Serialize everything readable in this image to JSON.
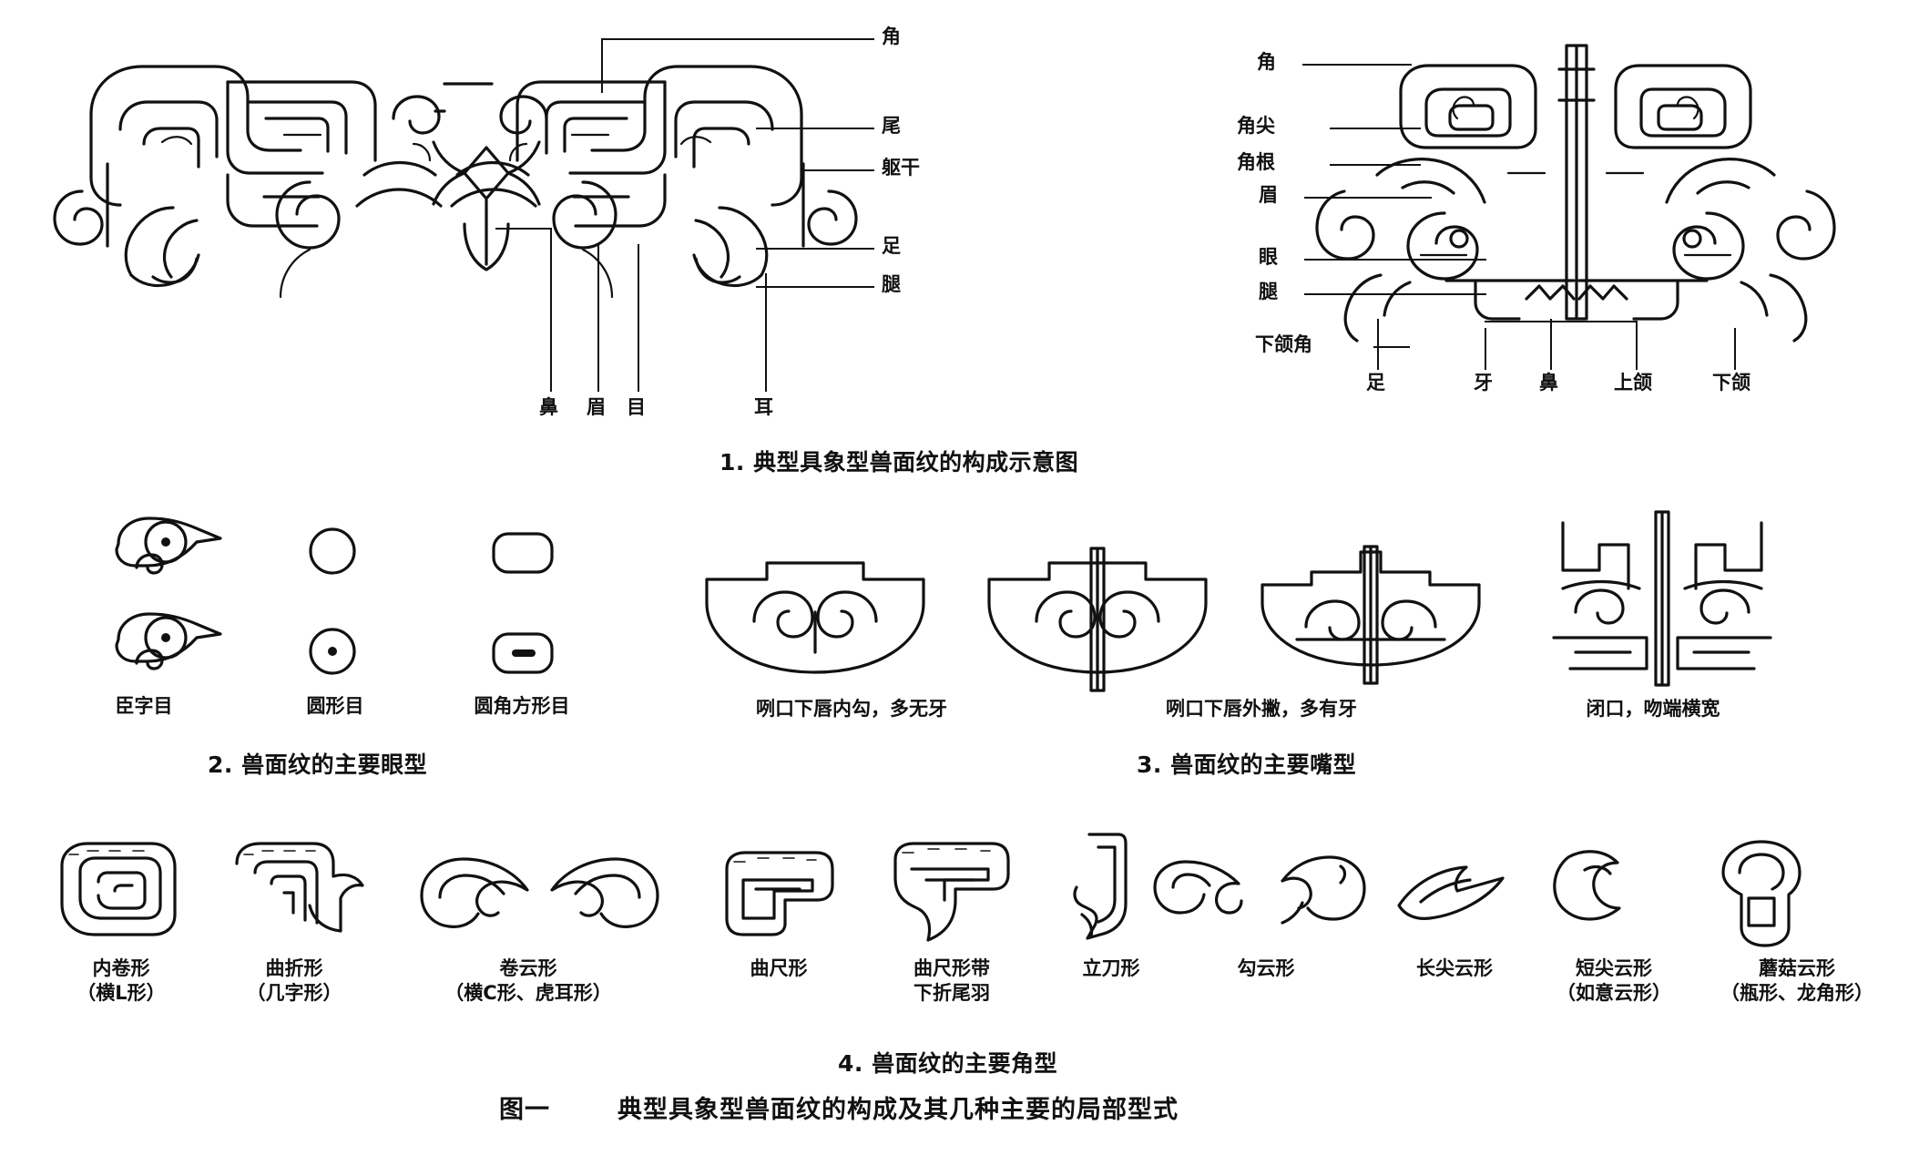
{
  "figure": {
    "number": "图一",
    "title": "典型具象型兽面纹的构成及其几种主要的局部型式"
  },
  "panel1": {
    "caption": "1. 典型具象型兽面纹的构成示意图",
    "left_diagram": {
      "right_labels": [
        {
          "text": "角"
        },
        {
          "text": "尾"
        },
        {
          "text": "躯干"
        },
        {
          "text": "足"
        },
        {
          "text": "腿"
        }
      ],
      "bottom_labels": [
        {
          "text": "鼻"
        },
        {
          "text": "眉"
        },
        {
          "text": "目"
        },
        {
          "text": "耳"
        }
      ]
    },
    "right_diagram": {
      "left_labels": [
        {
          "text": "角"
        },
        {
          "text": "角尖"
        },
        {
          "text": "角根"
        },
        {
          "text": "眉"
        },
        {
          "text": "眼"
        },
        {
          "text": "腿"
        },
        {
          "text": "下颌角"
        }
      ],
      "bottom_labels": [
        {
          "text": "足"
        },
        {
          "text": "牙"
        },
        {
          "text": "鼻"
        },
        {
          "text": "上颌"
        },
        {
          "text": "下颌"
        }
      ]
    }
  },
  "panel2": {
    "caption": "2. 兽面纹的主要眼型",
    "items": [
      {
        "label": "臣字目",
        "icon": "chen-character-eye-icon"
      },
      {
        "label": "圆形目",
        "icon": "round-eye-icon"
      },
      {
        "label": "圆角方形目",
        "icon": "rounded-square-eye-icon"
      }
    ]
  },
  "panel3": {
    "caption": "3. 兽面纹的主要嘴型",
    "items": [
      {
        "label": "咧口下唇内勾，多无牙",
        "icon": "open-mouth-inward-lip-icon"
      },
      {
        "label": "咧口下唇外撇，多有牙",
        "icon": "open-mouth-outward-lip-icon"
      },
      {
        "label": "闭口，吻端横宽",
        "icon": "closed-mouth-wide-snout-icon"
      }
    ]
  },
  "panel4": {
    "caption": "4. 兽面纹的主要角型",
    "items": [
      {
        "label_main": "内卷形",
        "label_sub": "（横L形）"
      },
      {
        "label_main": "曲折形",
        "label_sub": "（几字形）"
      },
      {
        "label_main": "卷云形",
        "label_sub": "（横C形、虎耳形）"
      },
      {
        "label_main": "曲尺形",
        "label_sub": ""
      },
      {
        "label_main": "曲尺形带",
        "label_sub": "下折尾羽"
      },
      {
        "label_main": "立刀形",
        "label_sub": ""
      },
      {
        "label_main": "勾云形",
        "label_sub": ""
      },
      {
        "label_main": "长尖云形",
        "label_sub": ""
      },
      {
        "label_main": "短尖云形",
        "label_sub": "（如意云形）"
      },
      {
        "label_main": "蘑菇云形",
        "label_sub": "（瓶形、龙角形）"
      }
    ]
  },
  "colors": {
    "ink": "#111111",
    "background": "#ffffff"
  }
}
